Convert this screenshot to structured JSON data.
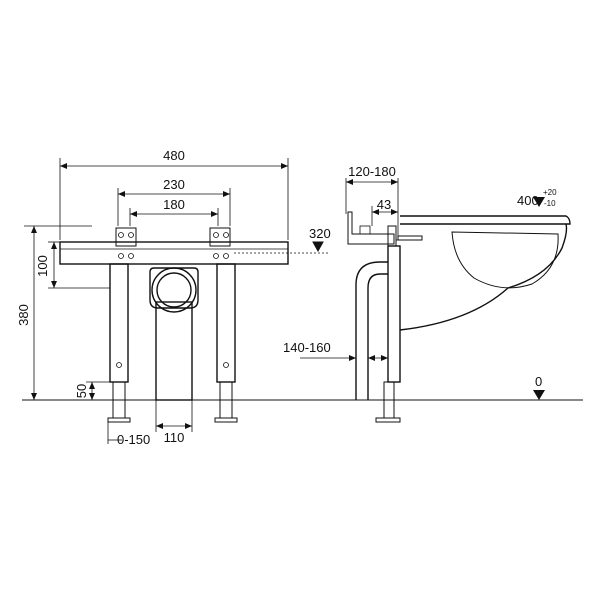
{
  "front_view": {
    "dim_480": "480",
    "dim_230": "230",
    "dim_180": "180",
    "dim_320": "320",
    "dim_100": "100",
    "dim_380": "380",
    "dim_50": "50",
    "dim_0_150": "0-150",
    "dim_110": "110"
  },
  "side_view": {
    "dim_120_180": "120-180",
    "dim_43": "43",
    "dim_400": "400",
    "tol_plus": "+20",
    "tol_minus": "-10",
    "dim_140_160": "140-160",
    "dim_0": "0"
  },
  "colors": {
    "line": "#111111",
    "background": "#ffffff"
  }
}
